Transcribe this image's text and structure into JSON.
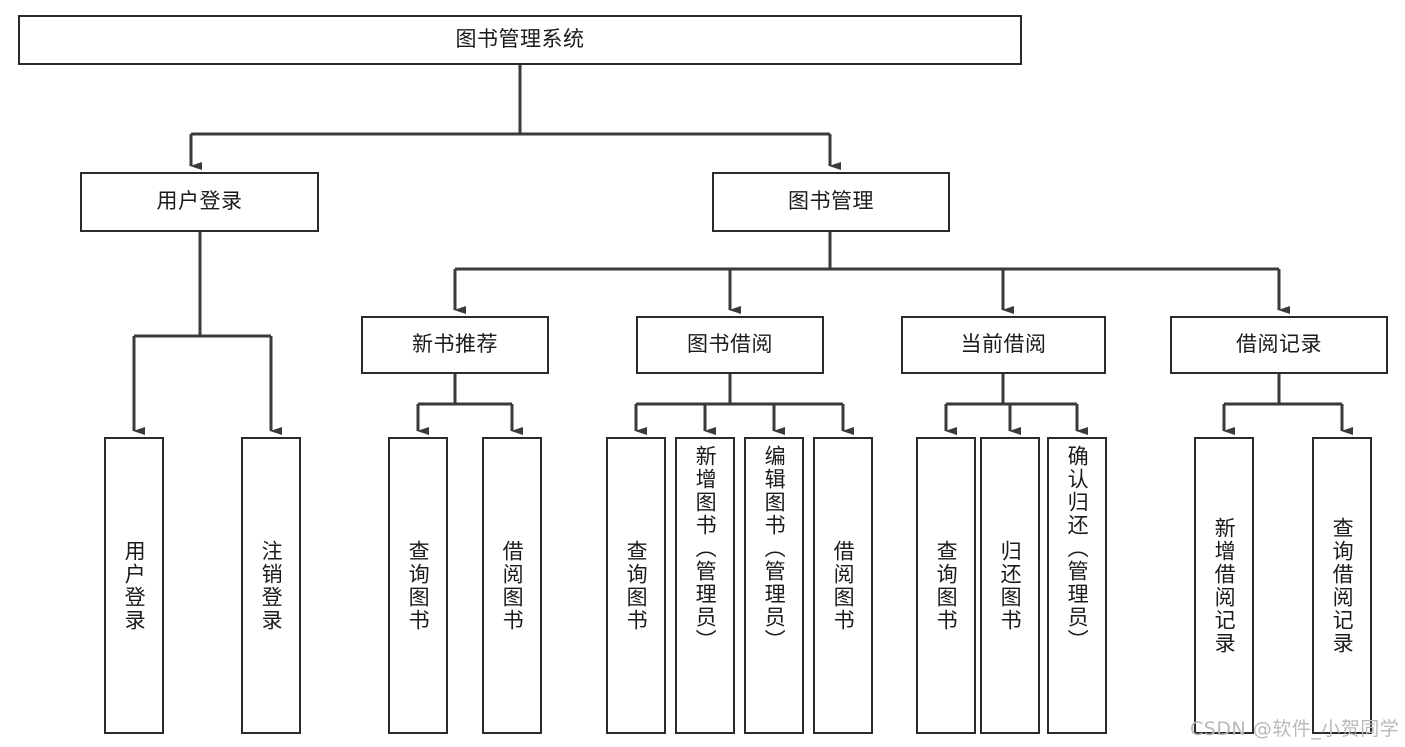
{
  "diagram": {
    "type": "tree",
    "title": "图书管理系统",
    "watermark": "CSDN @软件_小贺同学",
    "colors": {
      "box_stroke": "#2b2b2b",
      "box_fill": "#ffffff",
      "connector": "#3a3a3a",
      "text": "#1b1b1b",
      "watermark": "#b9b9b9"
    },
    "root": {
      "label": "图书管理系统",
      "orientation": "horizontal"
    },
    "level1": [
      {
        "label": "用户登录",
        "orientation": "horizontal"
      },
      {
        "label": "图书管理",
        "orientation": "horizontal"
      }
    ],
    "level2": [
      {
        "label": "新书推荐",
        "orientation": "horizontal"
      },
      {
        "label": "图书借阅",
        "orientation": "horizontal"
      },
      {
        "label": "当前借阅",
        "orientation": "horizontal"
      },
      {
        "label": "借阅记录",
        "orientation": "horizontal"
      }
    ],
    "leaves": {
      "user_login": [
        {
          "label": "用户登录",
          "orientation": "vertical"
        },
        {
          "label": "注销登录",
          "orientation": "vertical"
        }
      ],
      "new_book_recommend": [
        {
          "label": "查询图书",
          "orientation": "vertical"
        },
        {
          "label": "借阅图书",
          "orientation": "vertical"
        }
      ],
      "book_borrow": [
        {
          "label": "查询图书",
          "orientation": "vertical"
        },
        {
          "label": "新增图书（管理员）",
          "orientation": "vertical"
        },
        {
          "label": "编辑图书（管理员）",
          "orientation": "vertical"
        },
        {
          "label": "借阅图书",
          "orientation": "vertical"
        }
      ],
      "current_borrow": [
        {
          "label": "查询图书",
          "orientation": "vertical"
        },
        {
          "label": "归还图书",
          "orientation": "vertical"
        },
        {
          "label": "确认归还（管理员）",
          "orientation": "vertical"
        }
      ],
      "borrow_record": [
        {
          "label": "新增借阅记录",
          "orientation": "vertical"
        },
        {
          "label": "查询借阅记录",
          "orientation": "vertical"
        }
      ]
    }
  }
}
